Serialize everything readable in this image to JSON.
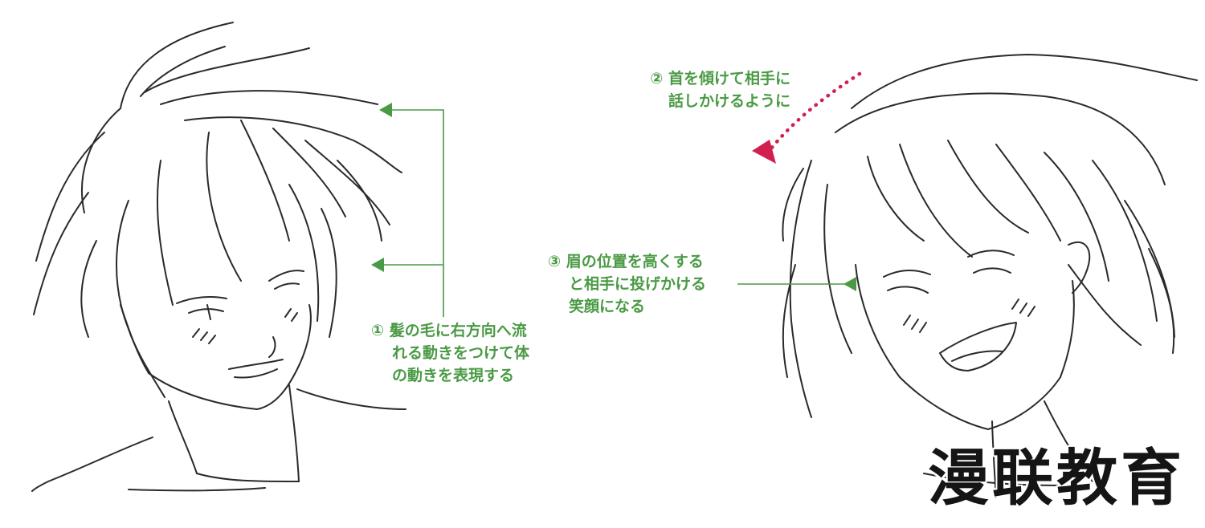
{
  "colors": {
    "annotation_green": "#4a9a45",
    "arrow_red": "#d11f4f",
    "sketch_line": "#2a2a2a"
  },
  "notes": {
    "note1": {
      "number": "①",
      "lines": [
        "髪の毛に右方向へ流",
        "れる動きをつけて体",
        "の動きを表現する"
      ]
    },
    "note2": {
      "number": "②",
      "lines": [
        "首を傾けて相手に",
        "話しかけるように"
      ]
    },
    "note3": {
      "number": "③",
      "lines": [
        "眉の位置を高くする",
        "と相手に投げかける",
        "笑顔になる"
      ]
    }
  },
  "watermark": {
    "text": "漫联教育"
  }
}
